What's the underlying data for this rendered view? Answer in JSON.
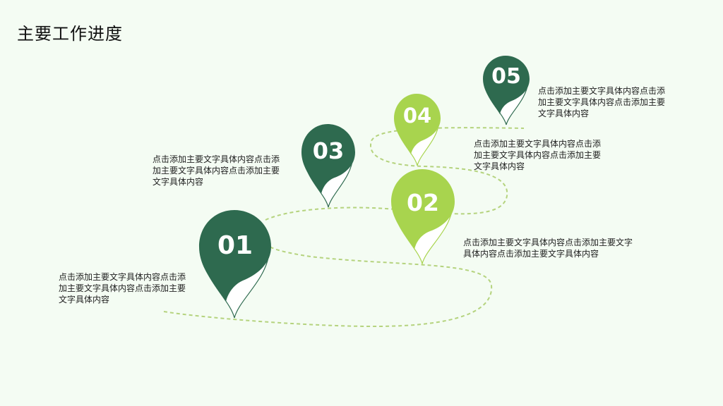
{
  "title": "主要工作进度",
  "colors": {
    "dark_green": "#2e6a4f",
    "light_green": "#a8d44e",
    "path": "#b5d37e",
    "background": "#f4fcf3"
  },
  "milestones": [
    {
      "number": "01",
      "color": "dark",
      "text": "点击添加主要文字具体内容点击添加主要文字具体内容点击添加主要文字具体内容"
    },
    {
      "number": "02",
      "color": "light",
      "text": "点击添加主要文字具体内容点击添加主要文字具体内容点击添加主要文字具体内容"
    },
    {
      "number": "03",
      "color": "dark",
      "text": "点击添加主要文字具体内容点击添加主要文字具体内容点击添加主要文字具体内容"
    },
    {
      "number": "04",
      "color": "light",
      "text": "点击添加主要文字具体内容点击添加主要文字具体内容点击添加主要文字具体内容"
    },
    {
      "number": "05",
      "color": "dark",
      "text": "点击添加主要文字具体内容点击添加主要文字具体内容点击添加主要文字具体内容"
    }
  ]
}
